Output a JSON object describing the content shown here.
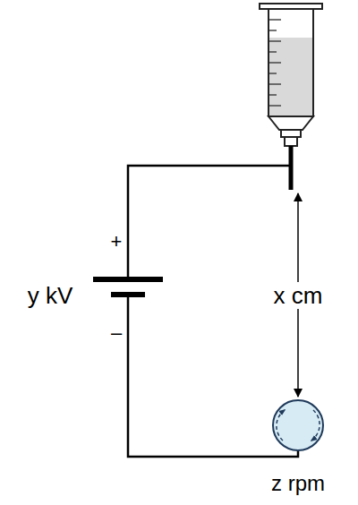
{
  "diagram": {
    "labels": [
      "y kV",
      "+",
      "–",
      "x cm",
      "z rpm"
    ]
  }
}
